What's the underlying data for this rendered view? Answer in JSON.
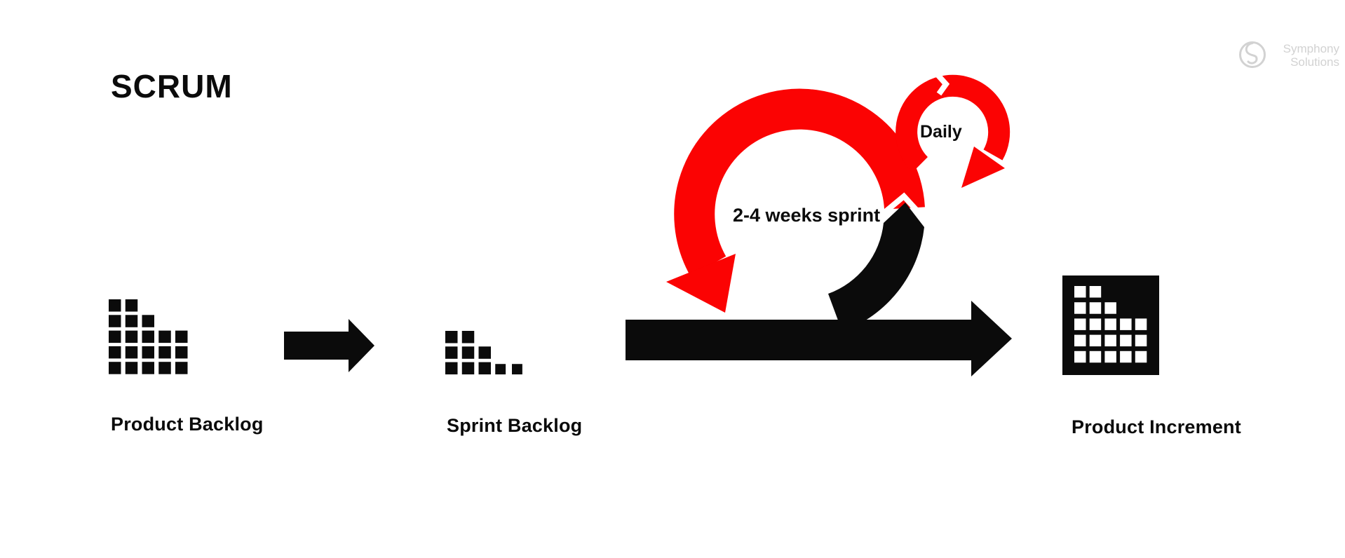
{
  "title": "SCRUM",
  "brand": {
    "line1": "Symphony",
    "line2": "Solutions"
  },
  "labels": {
    "product_backlog": "Product Backlog",
    "sprint_backlog": "Sprint Backlog",
    "product_increment": "Product Increment",
    "sprint_loop": "2-4 weeks sprint",
    "daily_loop": "Daily"
  },
  "icons": {
    "product_backlog": {
      "name": "stacked-squares-bar-icon",
      "rows": [
        2,
        3,
        5,
        5,
        5
      ]
    },
    "sprint_backlog": {
      "name": "stacked-squares-bar-small-icon",
      "rows": [
        2,
        3,
        5
      ],
      "small_last": 2
    },
    "product_increment": {
      "name": "inverted-squares-block-icon",
      "rows": [
        2,
        3,
        5,
        5,
        5
      ]
    }
  },
  "colors": {
    "ink": "#0b0b0b",
    "accent_red": "#fb0303",
    "brand_gray": "#d2d2d2",
    "background": "#ffffff"
  }
}
